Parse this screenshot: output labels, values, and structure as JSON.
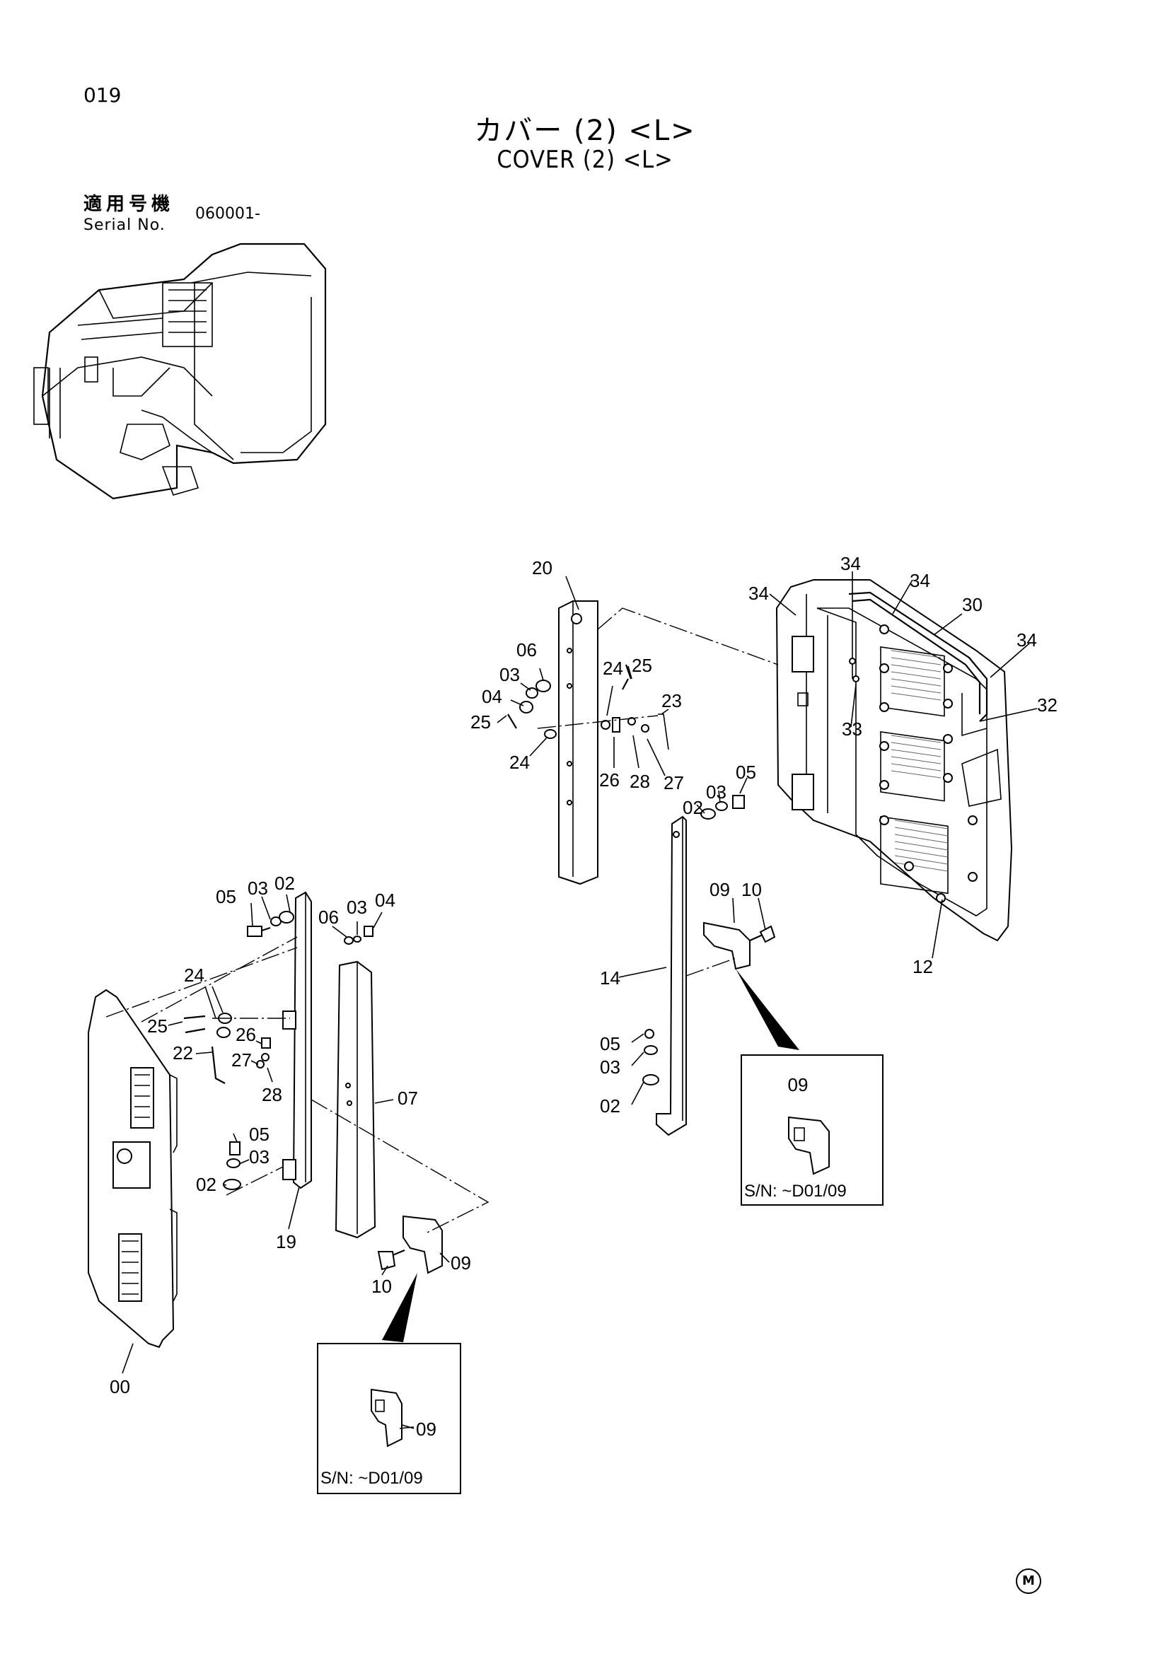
{
  "header": {
    "page_number": "019",
    "title_ja": "カバー (2) <L>",
    "title_en": "COVER (2) <L>",
    "serial_label_ja": "適用号機",
    "serial_label_en": "Serial No.",
    "serial_value": "060001-"
  },
  "part_labels": {
    "p00": "00",
    "p02": "02",
    "p03": "03",
    "p04": "04",
    "p05": "05",
    "p06": "06",
    "p07": "07",
    "p09": "09",
    "p10": "10",
    "p12": "12",
    "p14": "14",
    "p19": "19",
    "p20": "20",
    "p22": "22",
    "p23": "23",
    "p24": "24",
    "p25": "25",
    "p26": "26",
    "p27": "27",
    "p28": "28",
    "p30": "30",
    "p32": "32",
    "p33": "33",
    "p34": "34"
  },
  "detail_boxes": {
    "right": {
      "part": "09",
      "caption": "S/N: ~D01/09"
    },
    "left": {
      "part": "09",
      "caption": "S/N: ~D01/09"
    }
  },
  "footer": {
    "mark": "M"
  }
}
